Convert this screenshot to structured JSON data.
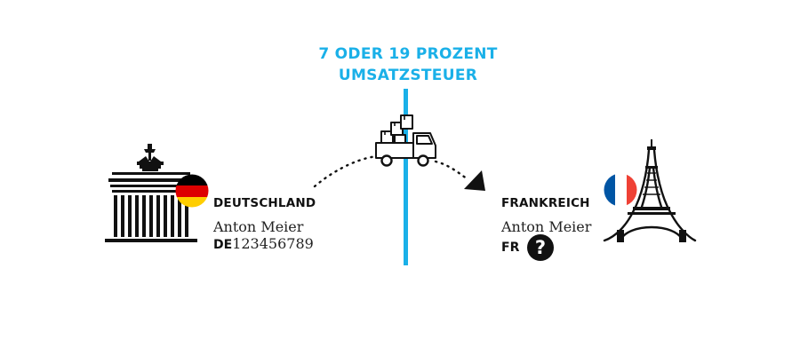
{
  "headline": {
    "line1": "7 ODER 19 PROZENT",
    "line2": "UMSATZSTEUER"
  },
  "germany": {
    "country": "DEUTSCHLAND",
    "person": "Anton Meier",
    "vat_prefix": "DE",
    "vat_number": "123456789",
    "landmark_icon": "brandenburg-gate-icon",
    "flag_icon": "germany-flag-icon"
  },
  "france": {
    "country": "FRANKREICH",
    "person": "Anton Meier",
    "vat_prefix": "FR",
    "vat_unknown": "?",
    "landmark_icon": "eiffel-tower-icon",
    "flag_icon": "france-flag-icon"
  },
  "transport_icon": "delivery-truck-icon",
  "colors": {
    "accent": "#1ab0e8",
    "ink": "#111111",
    "de_black": "#000000",
    "de_red": "#dd0000",
    "de_gold": "#ffce00",
    "fr_blue": "#0055a4",
    "fr_white": "#ffffff",
    "fr_red": "#ef4135"
  }
}
